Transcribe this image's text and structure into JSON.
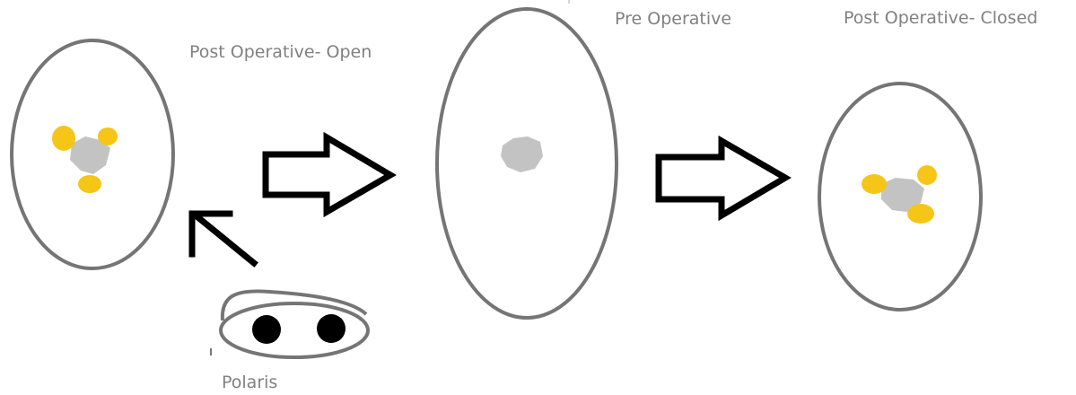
{
  "labels": {
    "post_operative_open": "Post Operative- Open",
    "pre_operative": "Pre Operative",
    "post_operative_closed": "Post Operative- Closed",
    "polaris": "Polaris"
  },
  "colors": {
    "outline": "#757575",
    "label_text": "#808080",
    "bone_gray": "#c3c3c3",
    "marker_yellow": "#f5c518",
    "arrow_black": "#000000"
  }
}
